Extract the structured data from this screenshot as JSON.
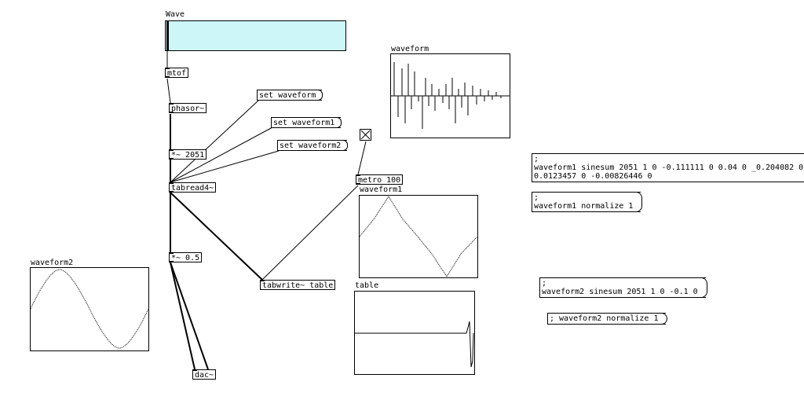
{
  "slider": {
    "label": "Wave",
    "fill_color": "#cdf6f9"
  },
  "objects": {
    "mtof": "mtof",
    "phasor": "phasor~",
    "mul2051": "*~ 2051",
    "tabread": "tabread4~",
    "mul05": "*~ 0.5",
    "dac": "dac~",
    "tabwrite": "tabwrite~ table",
    "metro": "metro 100"
  },
  "messages": {
    "set_waveform": "set waveform",
    "set_waveform1": "set waveform1",
    "set_waveform2": "set waveform2",
    "sinesum1": ";\nwaveform1 sinesum 2051 1 0 -0.111111 0 0.04 0 _0.204082 0\n0.0123457 0 -0.00826446 0",
    "normalize1": ";\nwaveform1 normalize 1",
    "sinesum2": ";\nwaveform2 sinesum 2051 1 0 -0.1 0",
    "normalize2": "; waveform2 normalize 1"
  },
  "graphs": {
    "waveform": "waveform",
    "waveform1": "waveform1",
    "waveform2": "waveform2",
    "table": "table"
  },
  "toggle": {
    "state": "on"
  }
}
